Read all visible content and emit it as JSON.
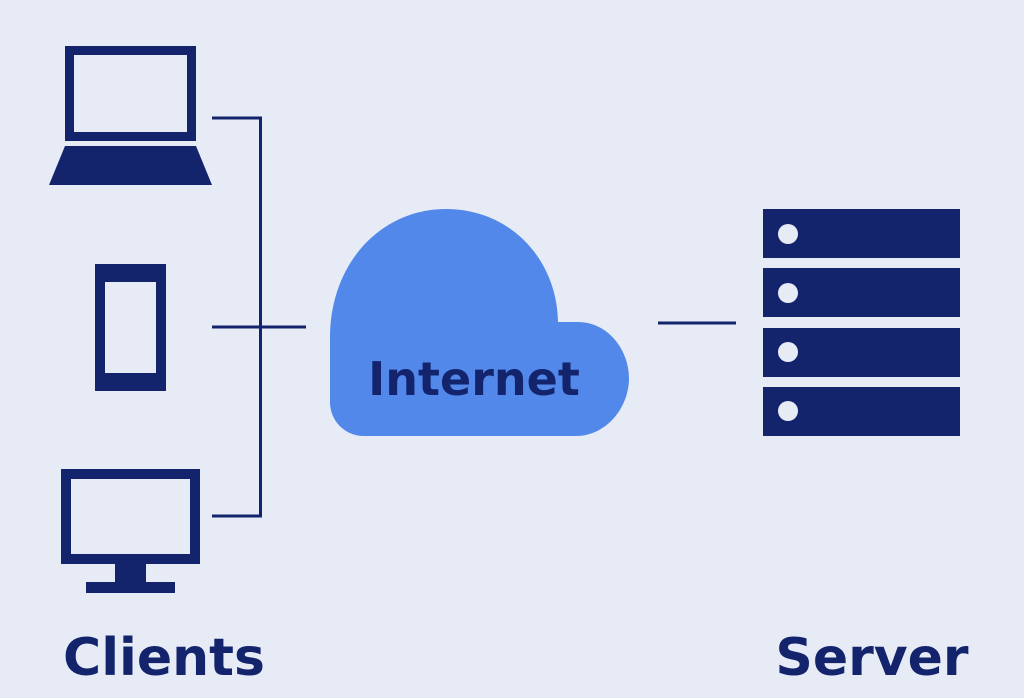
{
  "diagram": {
    "title": "Client-Server Architecture",
    "colors": {
      "background": "#e7ebf6",
      "navy": "#13246c",
      "cloud_blue": "#5188ea"
    },
    "clients": {
      "label": "Clients",
      "devices": [
        {
          "name": "laptop",
          "icon": "laptop-icon"
        },
        {
          "name": "mobile",
          "icon": "smartphone-icon"
        },
        {
          "name": "desktop",
          "icon": "desktop-monitor-icon"
        }
      ]
    },
    "internet": {
      "label": "Internet",
      "icon": "cloud-icon"
    },
    "server": {
      "label": "Server",
      "icon": "server-rack-icon",
      "unit_count": 4
    }
  }
}
